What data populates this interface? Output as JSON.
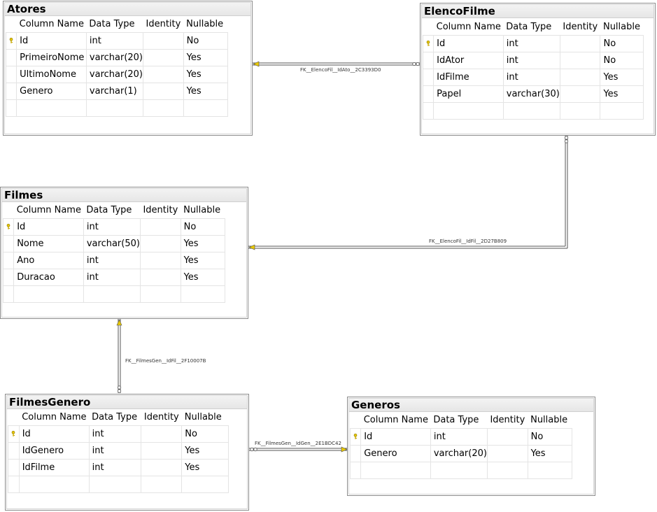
{
  "headers": {
    "column_name": "Column Name",
    "data_type": "Data Type",
    "identity": "Identity",
    "nullable": "Nullable"
  },
  "tables": {
    "atores": {
      "title": "Atores",
      "rows": [
        {
          "name": "Id",
          "type": "int",
          "identity": "",
          "nullable": "No",
          "pk": true
        },
        {
          "name": "PrimeiroNome",
          "type": "varchar(20)",
          "identity": "",
          "nullable": "Yes"
        },
        {
          "name": "UltimoNome",
          "type": "varchar(20)",
          "identity": "",
          "nullable": "Yes"
        },
        {
          "name": "Genero",
          "type": "varchar(1)",
          "identity": "",
          "nullable": "Yes"
        }
      ]
    },
    "elencofilme": {
      "title": "ElencoFilme",
      "rows": [
        {
          "name": "Id",
          "type": "int",
          "identity": "",
          "nullable": "No",
          "pk": true
        },
        {
          "name": "IdAtor",
          "type": "int",
          "identity": "",
          "nullable": "No"
        },
        {
          "name": "IdFilme",
          "type": "int",
          "identity": "",
          "nullable": "Yes"
        },
        {
          "name": "Papel",
          "type": "varchar(30)",
          "identity": "",
          "nullable": "Yes"
        }
      ]
    },
    "filmes": {
      "title": "Filmes",
      "rows": [
        {
          "name": "Id",
          "type": "int",
          "identity": "",
          "nullable": "No",
          "pk": true
        },
        {
          "name": "Nome",
          "type": "varchar(50)",
          "identity": "",
          "nullable": "Yes"
        },
        {
          "name": "Ano",
          "type": "int",
          "identity": "",
          "nullable": "Yes"
        },
        {
          "name": "Duracao",
          "type": "int",
          "identity": "",
          "nullable": "Yes"
        }
      ]
    },
    "filmesgenero": {
      "title": "FilmesGenero",
      "rows": [
        {
          "name": "Id",
          "type": "int",
          "identity": "",
          "nullable": "No",
          "pk": true
        },
        {
          "name": "IdGenero",
          "type": "int",
          "identity": "",
          "nullable": "Yes"
        },
        {
          "name": "IdFilme",
          "type": "int",
          "identity": "",
          "nullable": "Yes"
        }
      ]
    },
    "generos": {
      "title": "Generos",
      "rows": [
        {
          "name": "Id",
          "type": "int",
          "identity": "",
          "nullable": "No",
          "pk": true
        },
        {
          "name": "Genero",
          "type": "varchar(20)",
          "identity": "",
          "nullable": "Yes"
        }
      ]
    }
  },
  "relationships": {
    "fk_elenco_ator": "FK__ElencoFil__IdAto__2C3393D0",
    "fk_elenco_filme": "FK__ElencoFil__IdFil__2D27B809",
    "fk_filmesgen_filme": "FK__FilmesGen__IdFil__2F10007B",
    "fk_filmesgen_genero": "FK__FilmesGen__IdGen__2E1BDC42"
  },
  "colors": {
    "key": "#e8c800",
    "line": "#555555",
    "title_bg": "#ececec"
  }
}
